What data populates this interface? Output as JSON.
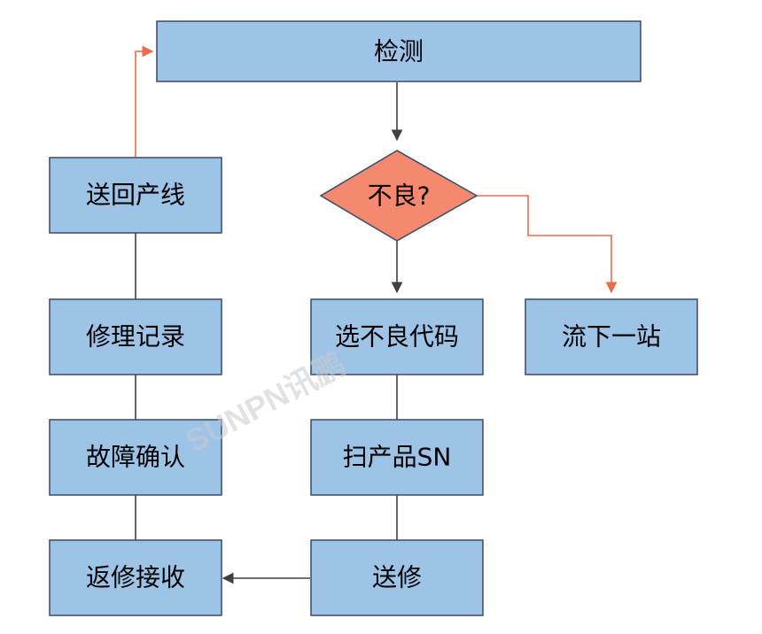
{
  "nodes": {
    "inspect": "检测",
    "defect_check": "不良?",
    "send_back_line": "送回产线",
    "repair_record": "修理记录",
    "select_defect_code": "选不良代码",
    "next_station": "流下一站",
    "fault_confirm": "故障确认",
    "scan_product_sn": "扫产品SN",
    "repair_receive": "返修接收",
    "send_repair": "送修"
  },
  "watermark": "SUNPN讯鹏",
  "colors": {
    "box_fill": "#9dc3e6",
    "diamond_fill": "#f4896f",
    "red_edge": "#ec6b4b",
    "dark_edge": "#404040"
  }
}
